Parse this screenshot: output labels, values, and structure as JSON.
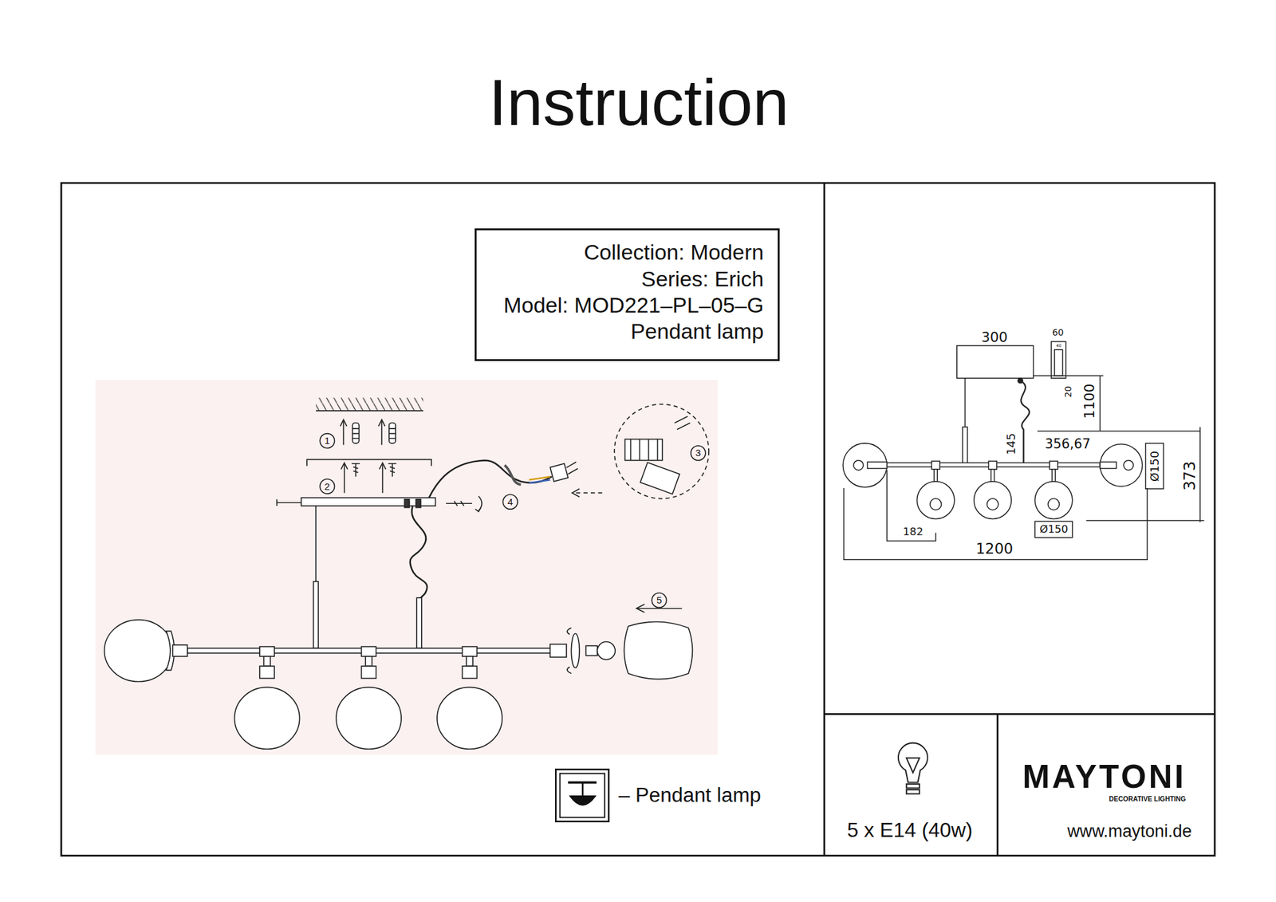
{
  "diagram": {
    "title": "Instruction",
    "nodes": [
      {
        "text": [
          "Collection: Modern",
          "Series: Erich",
          "Model: MOD221–PL–05–G",
          "Pendant lamp"
        ]
      }
    ],
    "labels": [
      "5 x E14 (40w)",
      "MAYTONI",
      "DECORATIVE LIGHTING",
      "www.maytoni.de",
      "1",
      "2",
      "3",
      "4",
      "5",
      "300",
      "60",
      "40",
      "20",
      "1100",
      "145",
      "356,67",
      "Ø150",
      "373",
      "182",
      "Ø150",
      "1200"
    ],
    "legend": [
      {
        "text": "– Pendant lamp"
      }
    ]
  }
}
